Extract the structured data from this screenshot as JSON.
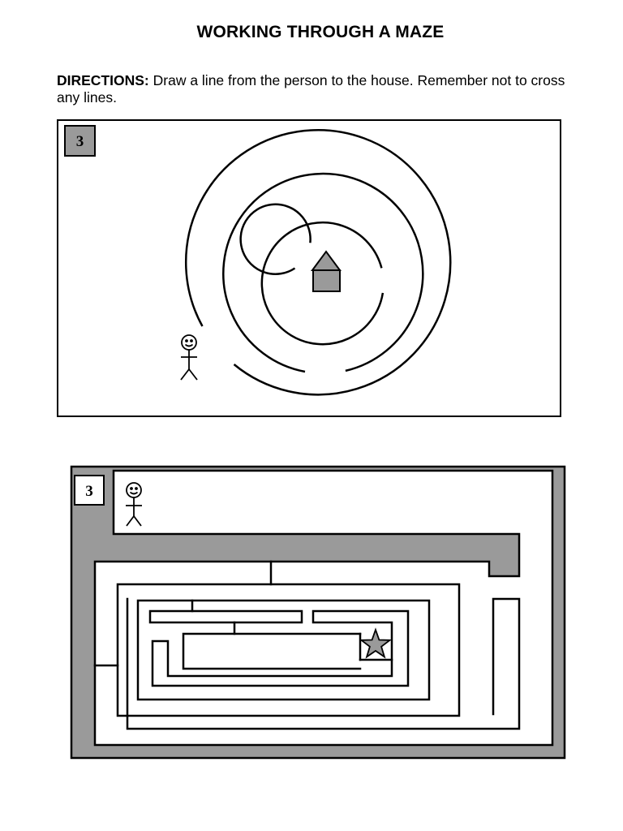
{
  "page": {
    "title": "WORKING THROUGH A MAZE",
    "directions_label": "DIRECTIONS:",
    "directions_text": "Draw a line from the person to the house. Remember not to cross any lines."
  },
  "maze_top": {
    "number": "3"
  },
  "maze_bottom": {
    "number": "3"
  },
  "colors": {
    "ink": "#000000",
    "gray_fill": "#9a9a9a",
    "paper": "#ffffff"
  }
}
